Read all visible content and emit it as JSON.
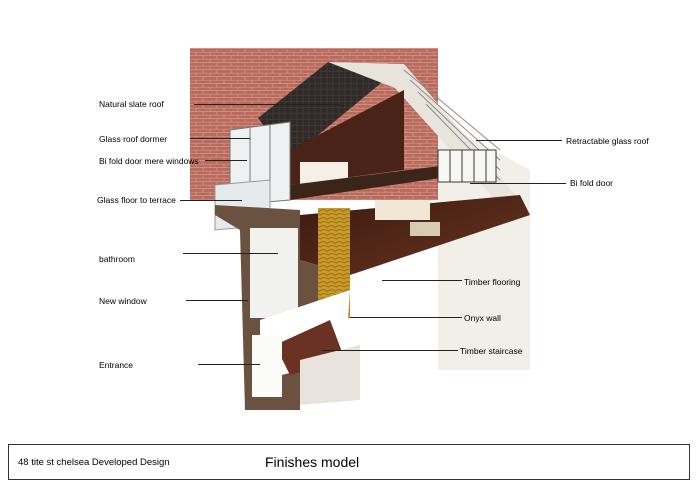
{
  "labels": {
    "natural_slate_roof": "Natural slate roof",
    "glass_roof_dormer": "Glass roof dormer",
    "bi_fold_door_mere_windows": "Bi fold door mere windows",
    "glass_floor_to_terrace": "Glass floor to terrace",
    "bathroom": "bathroom",
    "new_window": "New window",
    "entrance": "Entrance",
    "retractable_glass_roof": "Retractable glass roof",
    "bi_fold_door": "Bi fold door",
    "timber_flooring": "Timber flooring",
    "onyx_wall": "Onyx wall",
    "timber_staircase": "Timber staircase"
  },
  "footer": {
    "project": "48 tite st chelsea  Developed Design",
    "title": "Finishes model"
  },
  "colors": {
    "brick": "#b86a5c",
    "roof": "#2f2a28",
    "timber": "#5a2e1c",
    "onyx": "#c99a2a",
    "wall": "#6b5240"
  }
}
